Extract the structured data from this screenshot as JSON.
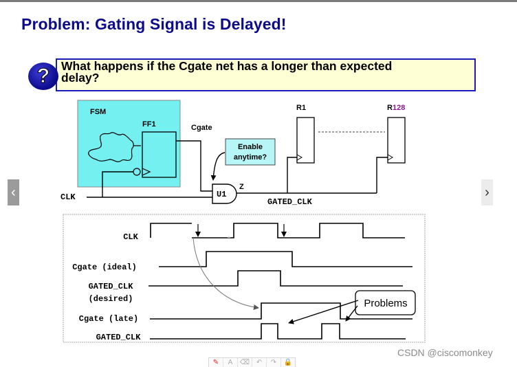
{
  "slide": {
    "title": "Problem: Gating Signal is Delayed!",
    "question_icon": "question-mark-icon",
    "question_line1": "What happens if the Cgate net has a longer than expected",
    "question_line2": "delay?",
    "colors": {
      "title": "#0b0b8c",
      "question_bg": "#ffffd6",
      "question_border": "#1a1abf",
      "fsm_fill": "#73f0ef",
      "callout_fill": "#b6f6f6",
      "r128_accent": "#8b1a8b"
    }
  },
  "schematic": {
    "fsm_label": "FSM",
    "ff1_label": "FF1",
    "cgate_label": "Cgate",
    "callout_line1": "Enable",
    "callout_line2": "anytime?",
    "gate_label": "U1",
    "gate_output_label": "Z",
    "clk_label": "CLK",
    "gated_clk_label": "GATED_CLK",
    "r1_label": "R1",
    "r128_prefix": "R",
    "r128_number": "128"
  },
  "timing": {
    "signals": [
      {
        "label": "CLK"
      },
      {
        "label": "Cgate (ideal)"
      },
      {
        "label": "GATED_CLK"
      },
      {
        "label": "(desired)"
      },
      {
        "label": "Cgate (late)"
      },
      {
        "label": "GATED_CLK"
      }
    ],
    "problems_label": "Problems"
  },
  "navigation": {
    "prev_icon": "‹",
    "next_icon": "›"
  },
  "watermark": "CSDN @ciscomonkey",
  "toolbar": {
    "tools": [
      {
        "name": "pen",
        "glyph": "✎"
      },
      {
        "name": "text",
        "glyph": "A"
      },
      {
        "name": "eraser",
        "glyph": "⌫"
      },
      {
        "name": "undo",
        "glyph": "↶"
      },
      {
        "name": "redo",
        "glyph": "↷"
      },
      {
        "name": "lock",
        "glyph": "🔒"
      }
    ]
  }
}
